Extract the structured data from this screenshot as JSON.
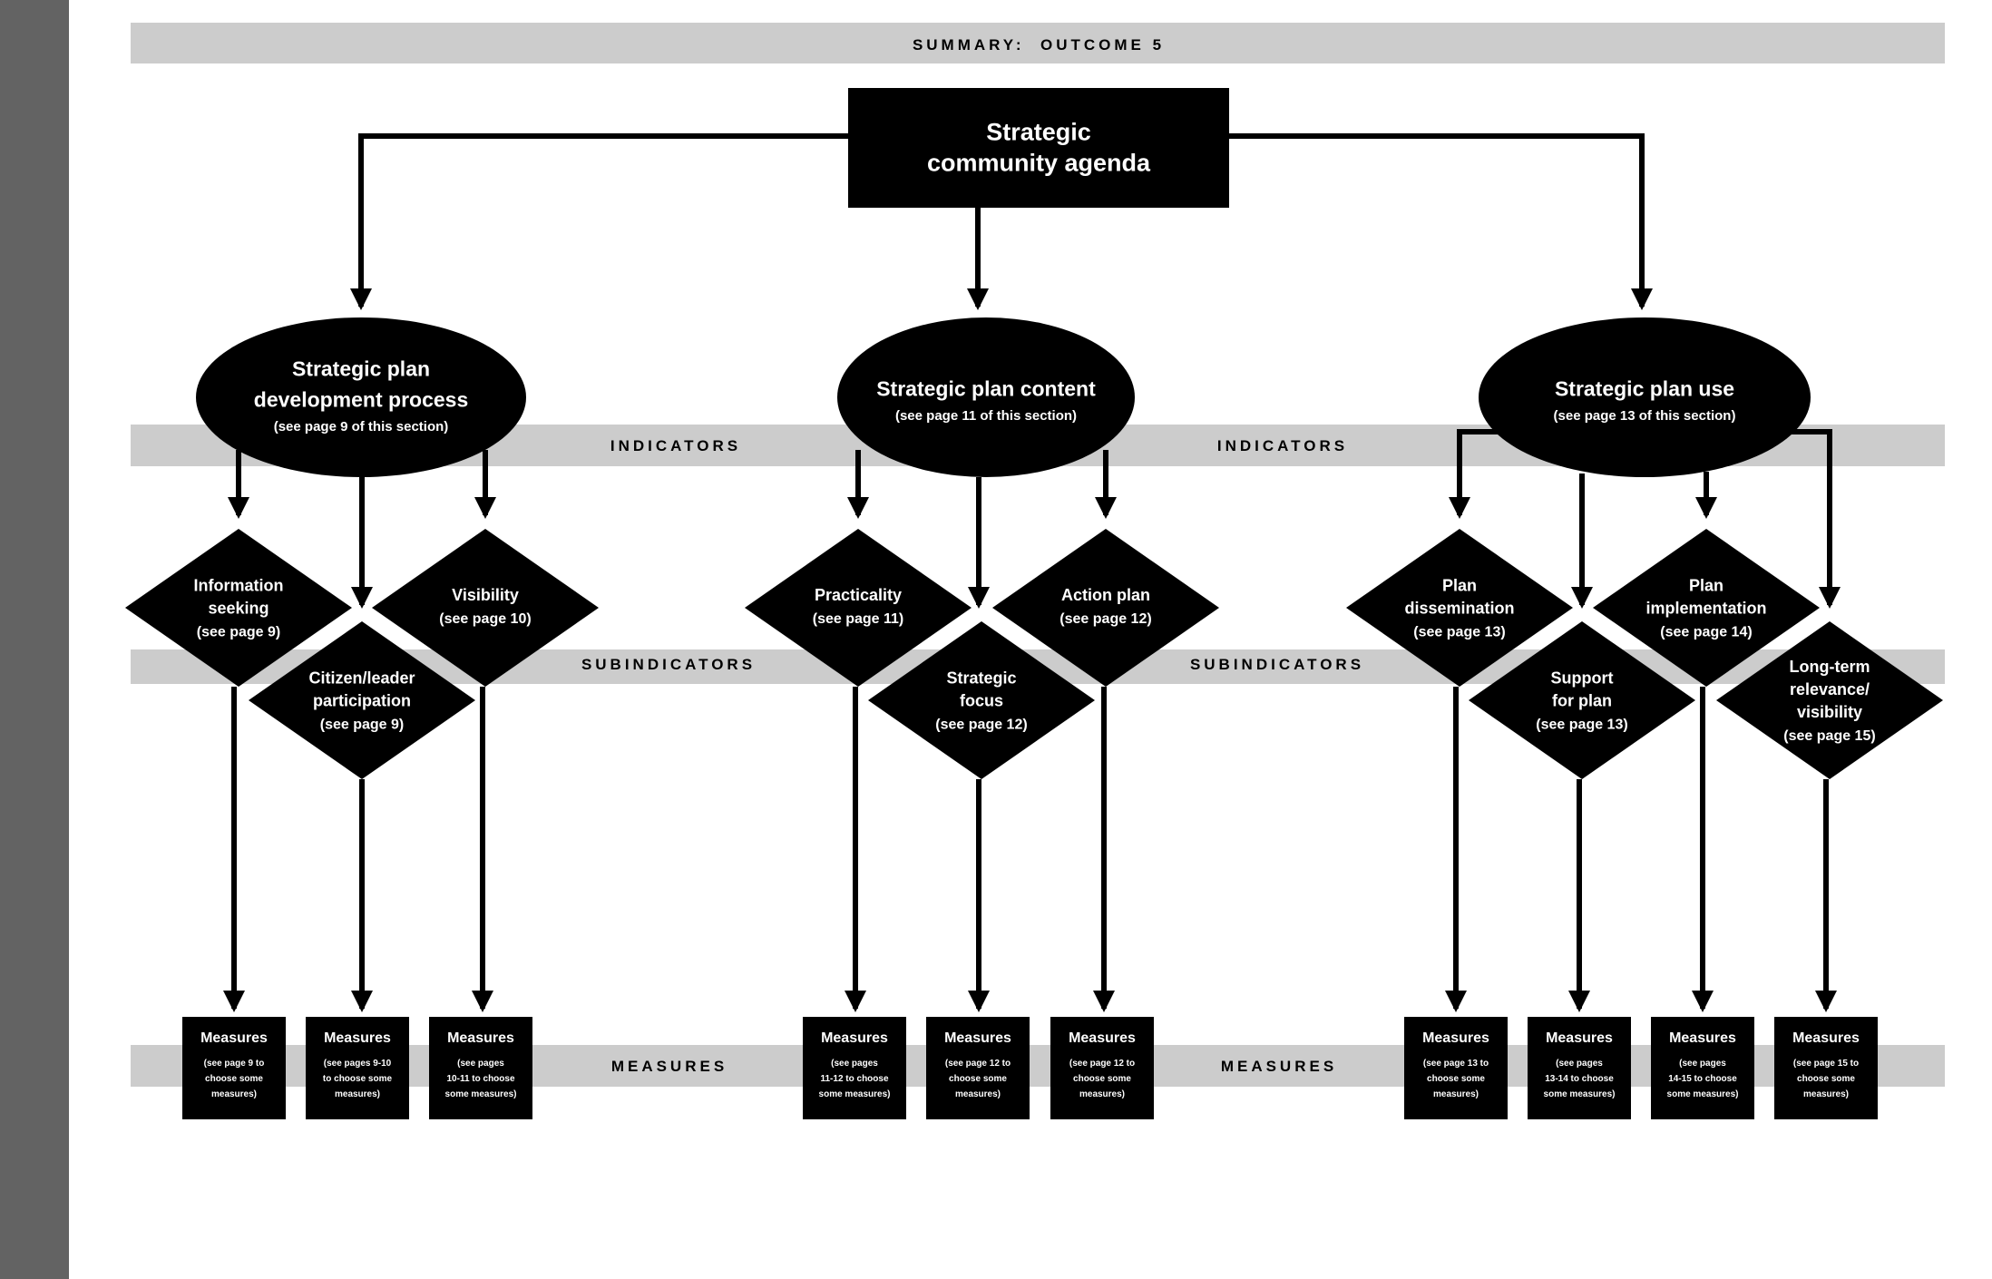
{
  "title": "SUMMARY:  OUTCOME 5",
  "bands": {
    "indicators": "INDICATORS",
    "subindicators": "SUBINDICATORS",
    "measures": "MEASURES"
  },
  "colors": {
    "band": "#cccccc",
    "node": "#000000",
    "node_text": "#ffffff",
    "sidebar": "#636363"
  },
  "root": {
    "lines": [
      "Strategic",
      "community agenda"
    ]
  },
  "indicators": [
    {
      "lines": [
        "Strategic plan",
        "development process"
      ],
      "note": "(see page 9 of this section)"
    },
    {
      "lines": [
        "Strategic plan content"
      ],
      "note": "(see page 11 of this section)"
    },
    {
      "lines": [
        "Strategic plan use"
      ],
      "note": "(see page 13 of this section)"
    }
  ],
  "subindicators": [
    {
      "group": 0,
      "lines": [
        "Information",
        "seeking",
        "(see page 9)"
      ]
    },
    {
      "group": 0,
      "lines": [
        "Citizen/leader",
        "participation",
        "(see page 9)"
      ]
    },
    {
      "group": 0,
      "lines": [
        "Visibility",
        "(see page 10)"
      ]
    },
    {
      "group": 1,
      "lines": [
        "Practicality",
        "(see page 11)"
      ]
    },
    {
      "group": 1,
      "lines": [
        "Strategic",
        "focus",
        "(see page 12)"
      ]
    },
    {
      "group": 1,
      "lines": [
        "Action plan",
        "(see page 12)"
      ]
    },
    {
      "group": 2,
      "lines": [
        "Plan",
        "dissemination",
        "(see page 13)"
      ]
    },
    {
      "group": 2,
      "lines": [
        "Support",
        "for plan",
        "(see page 13)"
      ]
    },
    {
      "group": 2,
      "lines": [
        "Plan",
        "implementation",
        "(see page 14)"
      ]
    },
    {
      "group": 2,
      "lines": [
        "Long-term",
        "relevance/",
        "visibility",
        "(see page 15)"
      ]
    }
  ],
  "measures": [
    {
      "title": "Measures",
      "lines": [
        "(see page 9 to",
        "choose some",
        "measures)"
      ]
    },
    {
      "title": "Measures",
      "lines": [
        "(see pages 9-10",
        "to choose some",
        "measures)"
      ]
    },
    {
      "title": "Measures",
      "lines": [
        "(see pages",
        "10-11 to choose",
        "some measures)"
      ]
    },
    {
      "title": "Measures",
      "lines": [
        "(see pages",
        "11-12 to choose",
        "some measures)"
      ]
    },
    {
      "title": "Measures",
      "lines": [
        "(see page 12 to",
        "choose some",
        "measures)"
      ]
    },
    {
      "title": "Measures",
      "lines": [
        "(see page 12 to",
        "choose some",
        "measures)"
      ]
    },
    {
      "title": "Measures",
      "lines": [
        "(see page 13 to",
        "choose some",
        "measures)"
      ]
    },
    {
      "title": "Measures",
      "lines": [
        "(see pages",
        "13-14 to choose",
        "some measures)"
      ]
    },
    {
      "title": "Measures",
      "lines": [
        "(see pages",
        "14-15 to choose",
        "some measures)"
      ]
    },
    {
      "title": "Measures",
      "lines": [
        "(see page 15 to",
        "choose some",
        "measures)"
      ]
    }
  ]
}
